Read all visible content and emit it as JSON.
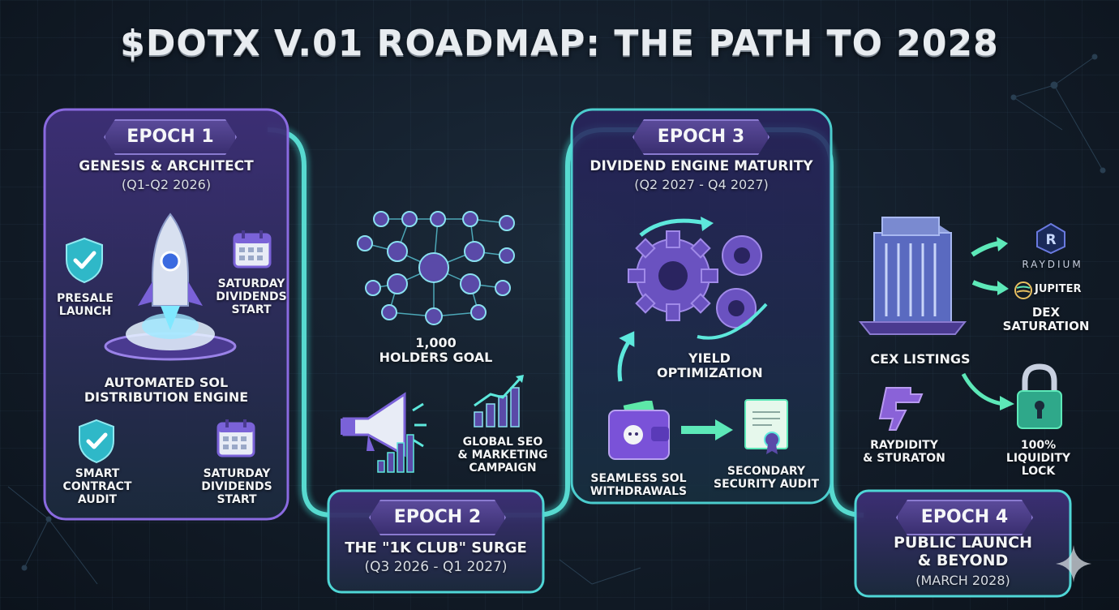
{
  "title": "$DOTX V.01 ROADMAP: THE PATH TO 2028",
  "colors": {
    "accent": "#39e6c8",
    "panel": "#3b2d6e",
    "title": "#e8ecf0"
  },
  "epoch1": {
    "tag": "EPOCH 1",
    "heading": "GENESIS & ARCHITECT",
    "dates": "(Q1-Q2 2026)",
    "items": {
      "presale": "PRESALE\nLAUNCH",
      "dividends_top": "SATURDAY\nDIVIDENDS\nSTART",
      "engine": "AUTOMATED SOL\nDISTRIBUTION ENGINE",
      "audit": "SMART\nCONTRACT\nAUDIT",
      "dividends_bottom": "SATURDAY\nDIVIDENDS\nSTART"
    }
  },
  "epoch2": {
    "tag": "EPOCH 2",
    "heading": "THE \"1K CLUB\" SURGE",
    "dates": "(Q3 2026 - Q1 2027)",
    "items": {
      "holders": "1,000\nHOLDERS GOAL",
      "marketing": "GLOBAL SEO\n& MARKETING\nCAMPAIGN"
    }
  },
  "epoch3": {
    "tag": "EPOCH 3",
    "heading": "DIVIDEND ENGINE MATURITY",
    "dates": "(Q2 2027 - Q4 2027)",
    "items": {
      "yield": "YIELD\nOPTIMIZATION",
      "withdrawals": "SEAMLESS SOL\nWITHDRAWALS",
      "audit": "SECONDARY\nSECURITY AUDIT"
    }
  },
  "epoch4": {
    "tag": "EPOCH 4",
    "heading": "PUBLIC LAUNCH\n& BEYOND",
    "dates": "(MARCH 2028)",
    "items": {
      "cex": "CEX LISTINGS",
      "raydium": "RAYDIUM",
      "jupiter": "JUPITER",
      "dex": "DEX\nSATURATION",
      "raydidity": "RAYDIDITY\n& STURATON",
      "liquidity": "100% LIQUIDITY\nLOCK"
    }
  },
  "icons": [
    "shield-check-icon",
    "rocket-icon",
    "calendar-icon",
    "network-icon",
    "megaphone-icon",
    "bar-chart-icon",
    "gears-icon",
    "wallet-icon",
    "certificate-icon",
    "building-icon",
    "raydium-logo-icon",
    "jupiter-logo-icon",
    "padlock-icon",
    "sparkle-icon"
  ]
}
